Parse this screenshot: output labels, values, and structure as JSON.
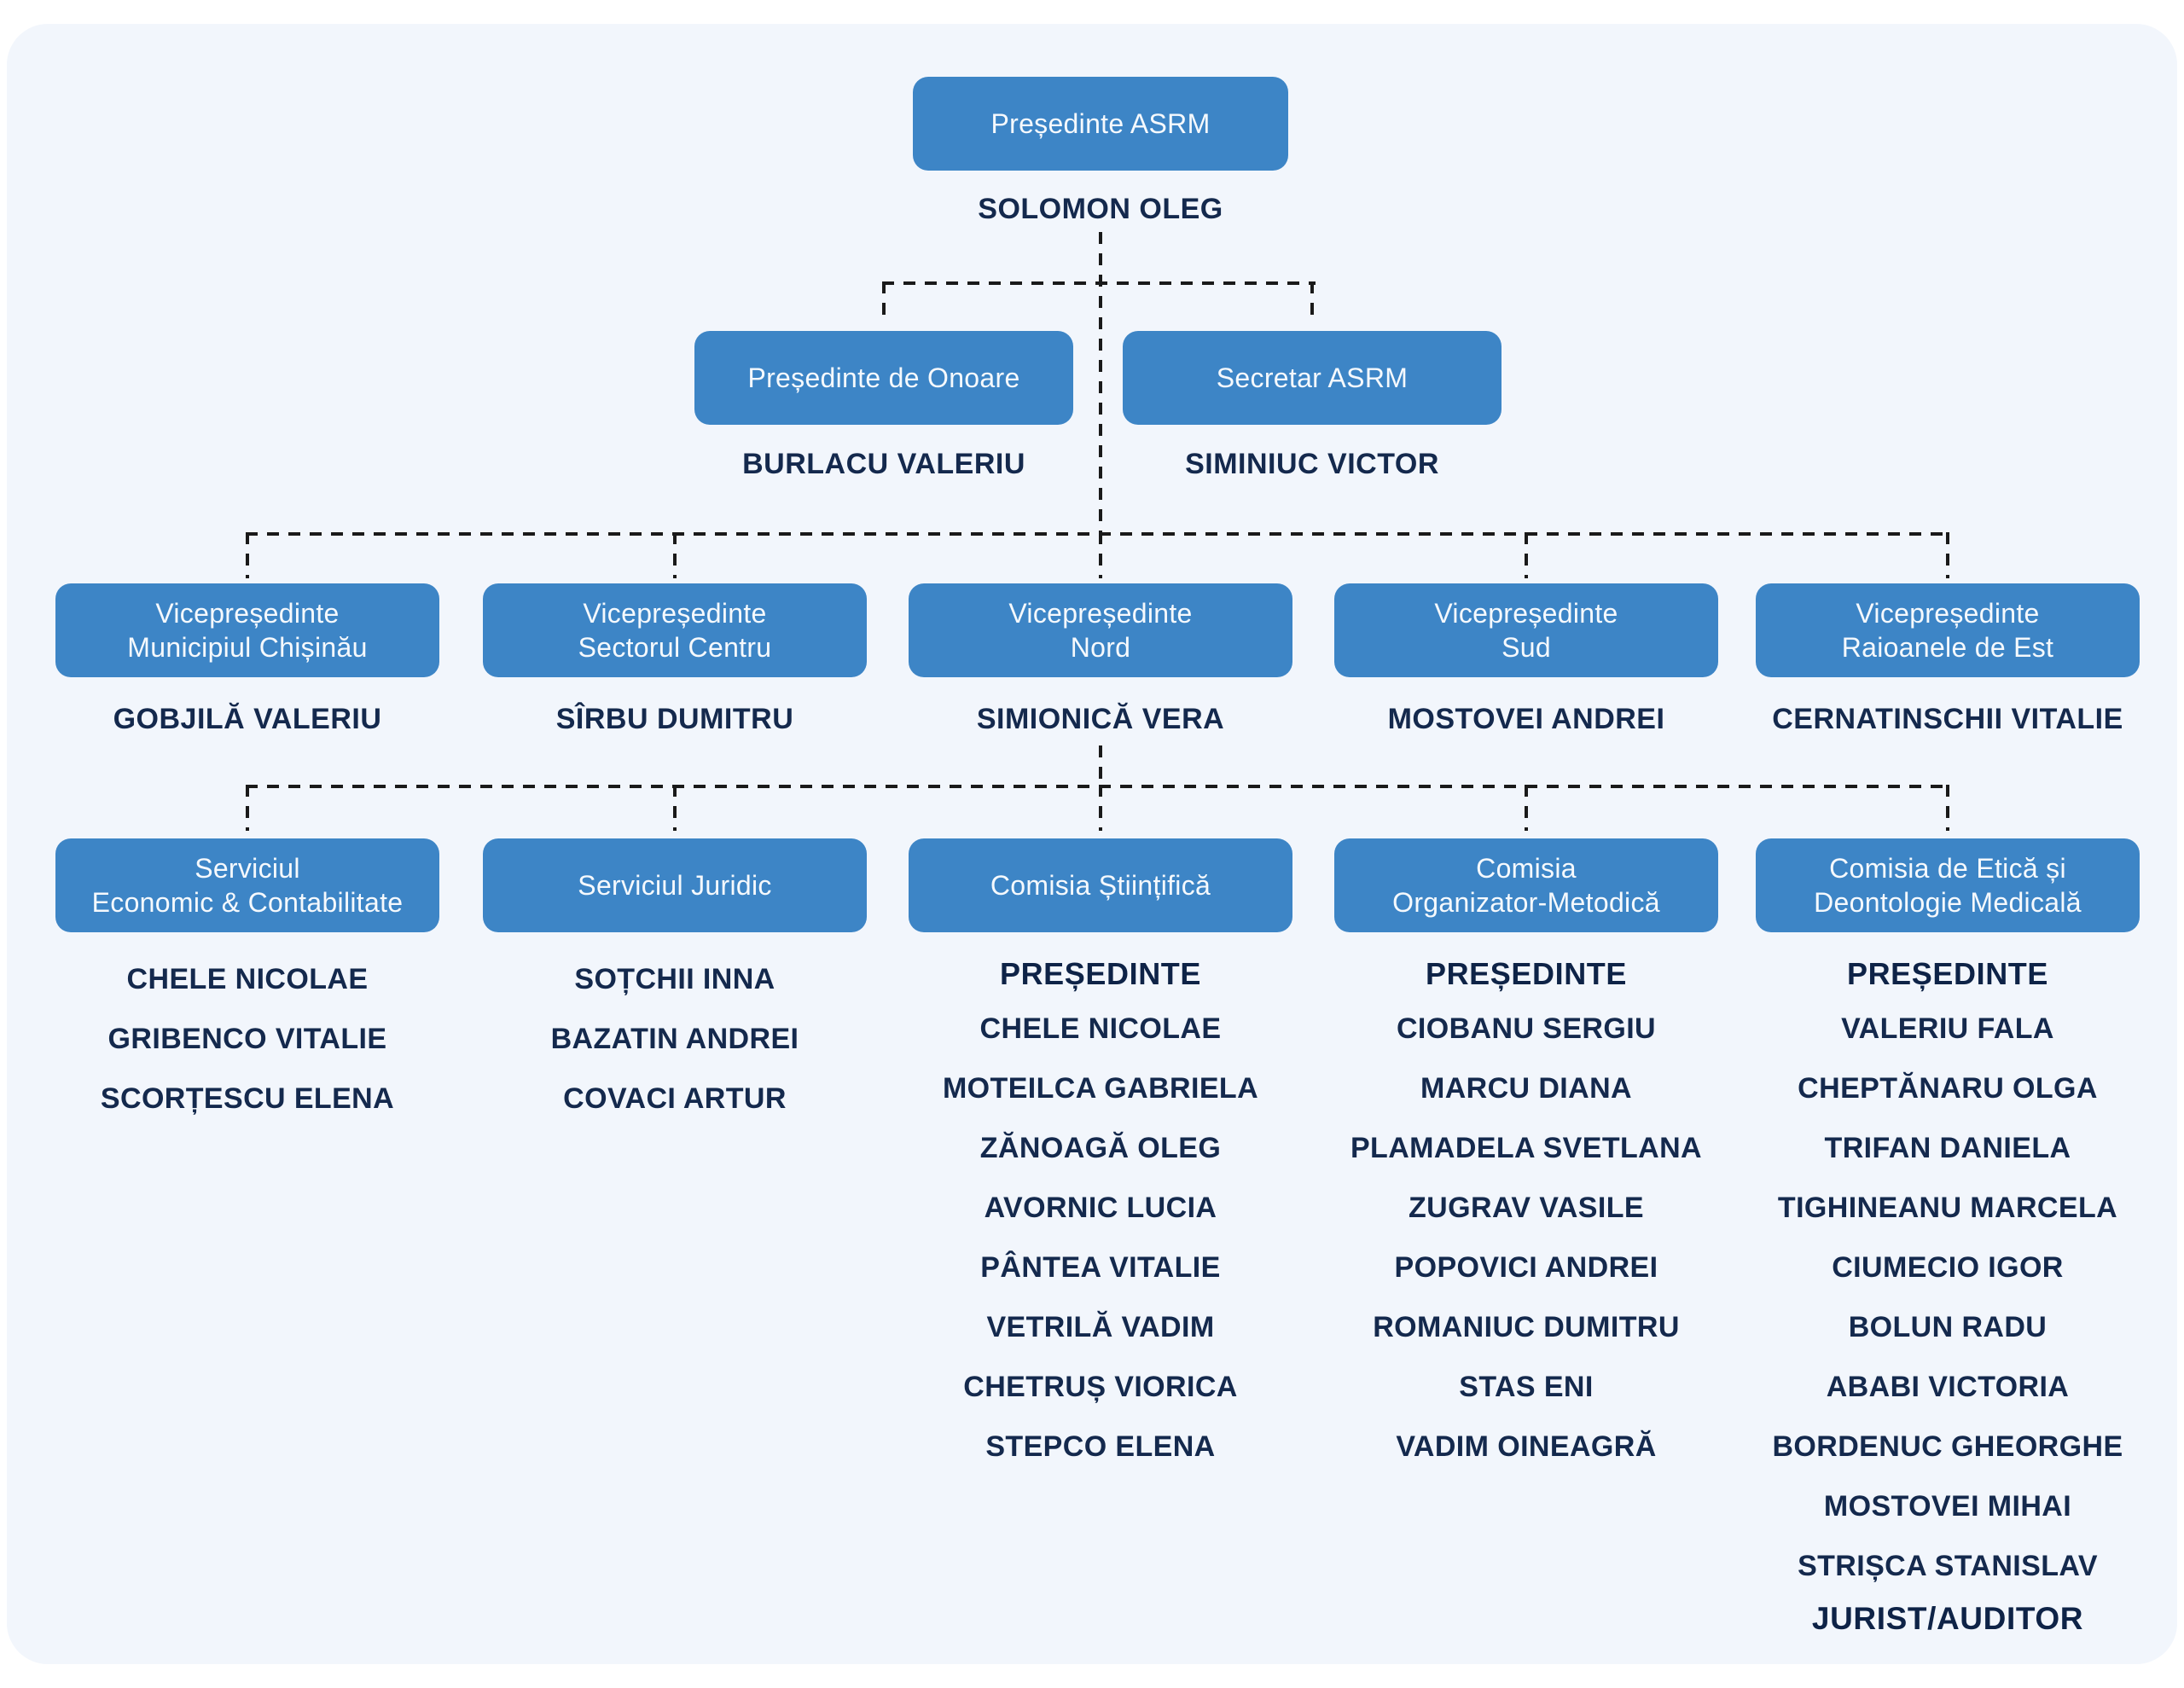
{
  "org": {
    "root": {
      "title": "Președinte ASRM",
      "name": "SOLOMON OLEG"
    },
    "secondary": [
      {
        "title": "Președinte de Onoare",
        "name": "BURLACU VALERIU"
      },
      {
        "title": "Secretar ASRM",
        "name": "SIMINIUC VICTOR"
      }
    ],
    "vicepresidents": [
      {
        "title": "Vicepreședinte\nMunicipiul Chișinău",
        "name": "GOBJILĂ VALERIU"
      },
      {
        "title": "Vicepreședinte\nSectorul Centru",
        "name": "SÎRBU DUMITRU"
      },
      {
        "title": "Vicepreședinte\nNord",
        "name": "SIMIONICĂ VERA"
      },
      {
        "title": "Vicepreședinte\nSud",
        "name": "MOSTOVEI ANDREI"
      },
      {
        "title": "Vicepreședinte\nRaioanele de Est",
        "name": "CERNATINSCHII VITALIE"
      }
    ],
    "departments": [
      {
        "title": "Serviciul\nEconomic & Contabilitate",
        "members": [
          "CHELE NICOLAE",
          "GRIBENCO VITALIE",
          "SCORȚESCU ELENA"
        ]
      },
      {
        "title": "Serviciul Juridic",
        "members": [
          "SOȚCHII INNA",
          "BAZATIN ANDREI",
          "COVACI ARTUR"
        ]
      },
      {
        "title": "Comisia Științifică",
        "president_label": "PREȘEDINTE",
        "members": [
          "CHELE NICOLAE",
          "MOTEILCA GABRIELA",
          "ZĂNOAGĂ OLEG",
          "AVORNIC LUCIA",
          "PÂNTEA VITALIE",
          "VETRILĂ VADIM",
          "CHETRUȘ VIORICA",
          "STEPCO ELENA"
        ]
      },
      {
        "title": "Comisia\nOrganizator-Metodică",
        "president_label": "PREȘEDINTE",
        "members": [
          "CIOBANU SERGIU",
          "MARCU DIANA",
          "PLAMADELA SVETLANA",
          "ZUGRAV VASILE",
          "POPOVICI ANDREI",
          "ROMANIUC DUMITRU",
          "STAS ENI",
          "VADIM OINEAGRĂ"
        ]
      },
      {
        "title": "Comisia de Etică și\nDeontologie Medicală",
        "president_label": "PREȘEDINTE",
        "members": [
          "VALERIU FALA",
          "CHEPTĂNARU OLGA",
          "TRIFAN DANIELA",
          "TIGHINEANU MARCELA",
          "CIUMECIO IGOR",
          "BOLUN RADU",
          "ABABI VICTORIA",
          "BORDENUC GHEORGHE",
          "MOSTOVEI MIHAI",
          "STRIȘCA STANISLAV"
        ],
        "footer": "JURIST/AUDITOR"
      }
    ]
  },
  "colors": {
    "box": "#3d85c6",
    "box_text": "#f5f9fd",
    "name_text": "#14294d",
    "heading_text": "#0e2347",
    "card_bg": "#f2f6fc",
    "page_bg": "#ffffff",
    "connector": "#1a1a1a"
  }
}
